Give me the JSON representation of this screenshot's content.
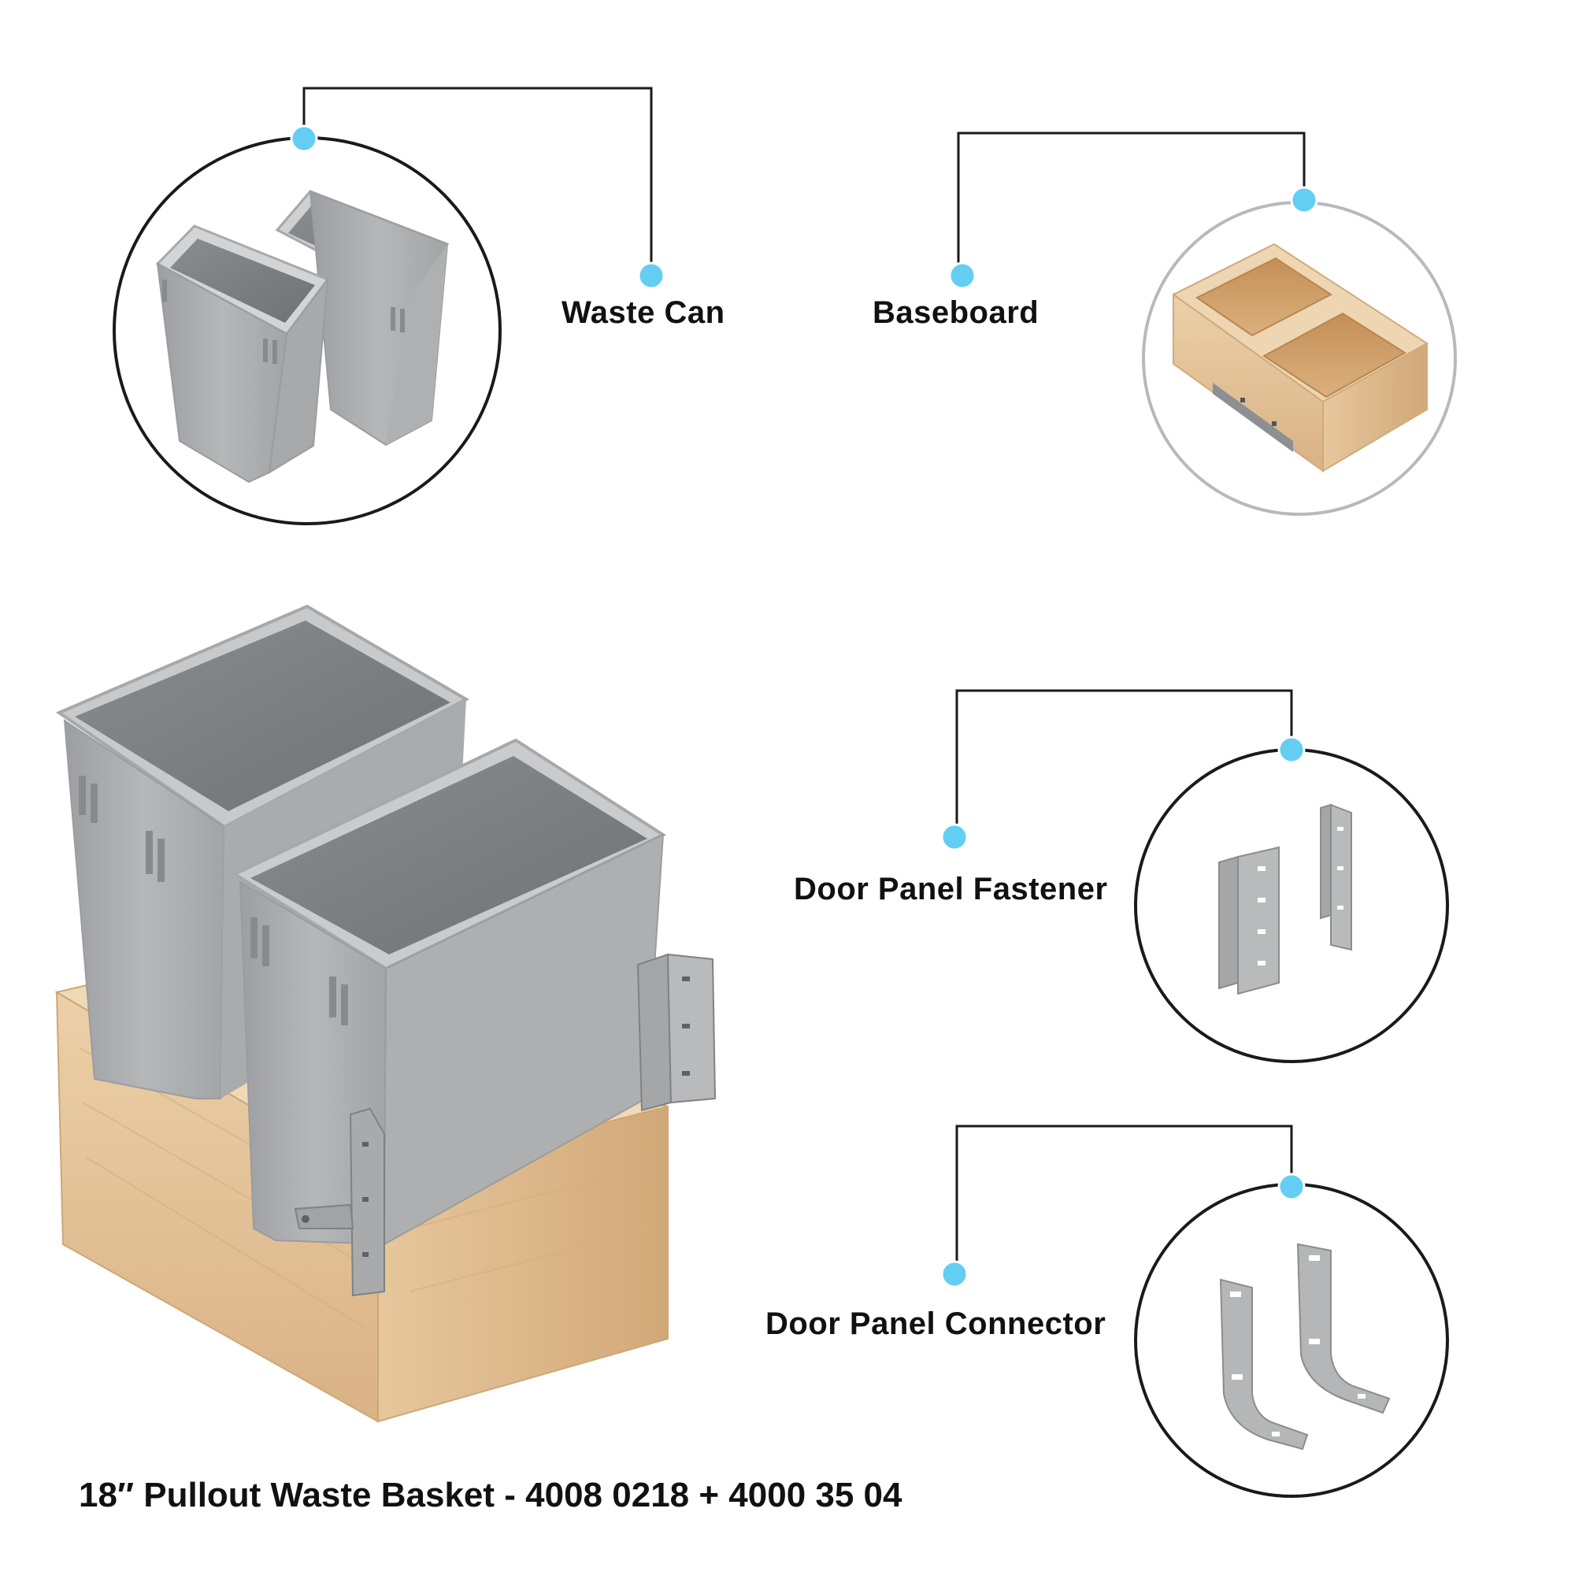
{
  "labels": {
    "waste_can": "Waste Can",
    "baseboard": "Baseboard",
    "door_panel_fastener": "Door Panel Fastener",
    "door_panel_connector": "Door Panel Connector"
  },
  "caption": "18″ Pullout Waste Basket - 4008 0218 + 4000 35 04",
  "colors": {
    "callout_dot": "#63cdf2",
    "callout_line": "#1a1a1a",
    "bin_gray": "#a9abad",
    "wood": "#e2c198",
    "bracket_gray": "#9fa1a3"
  }
}
